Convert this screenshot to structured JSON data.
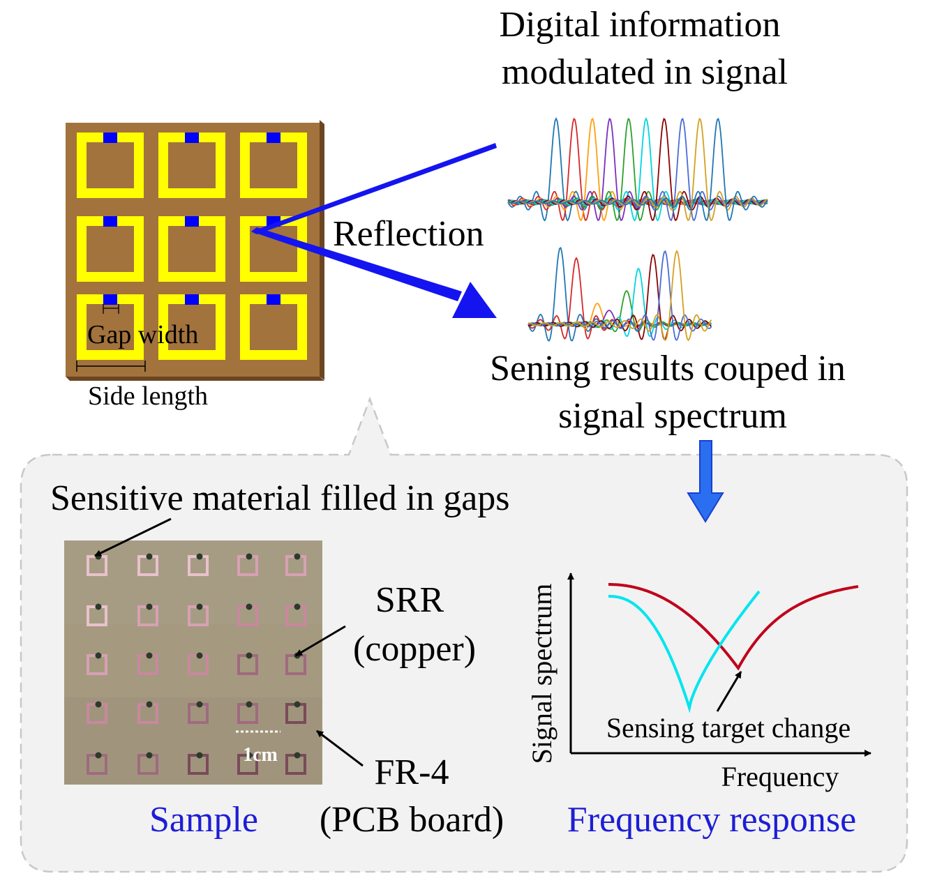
{
  "header": {
    "line1": "Digital information",
    "line2": "modulated in signal"
  },
  "reflection_label": "Reflection",
  "sensing_caption": {
    "line1": "Sening results couped in",
    "line2": "signal spectrum"
  },
  "srr_array": {
    "gap_width_label": "Gap width",
    "side_length_label": "Side length",
    "colors": {
      "board": "#a3733d",
      "ring": "#ffff00",
      "gap": "#0000ff"
    }
  },
  "callout": {
    "sensitive_label": "Sensitive material filled in gaps",
    "srr_label_line1": "SRR",
    "srr_label_line2": "(copper)",
    "fr4_label_line1": "FR-4",
    "fr4_label_line2": "(PCB board)",
    "scale_label": "1cm",
    "sample_caption": "Sample",
    "freq_caption": "Frequency response"
  },
  "response_plot": {
    "ylabel": "Signal spectrum",
    "xlabel": "Frequency",
    "annotation": "Sensing target change",
    "colors": {
      "before": "#00e5ee",
      "after": "#c0001a"
    }
  },
  "signal_colors": [
    "#1f77b4",
    "#d62728",
    "#ff9f0e",
    "#7b2fbe",
    "#2ca02c",
    "#00d5e0",
    "#8b0000",
    "#4a6cd4",
    "#d4a020"
  ]
}
